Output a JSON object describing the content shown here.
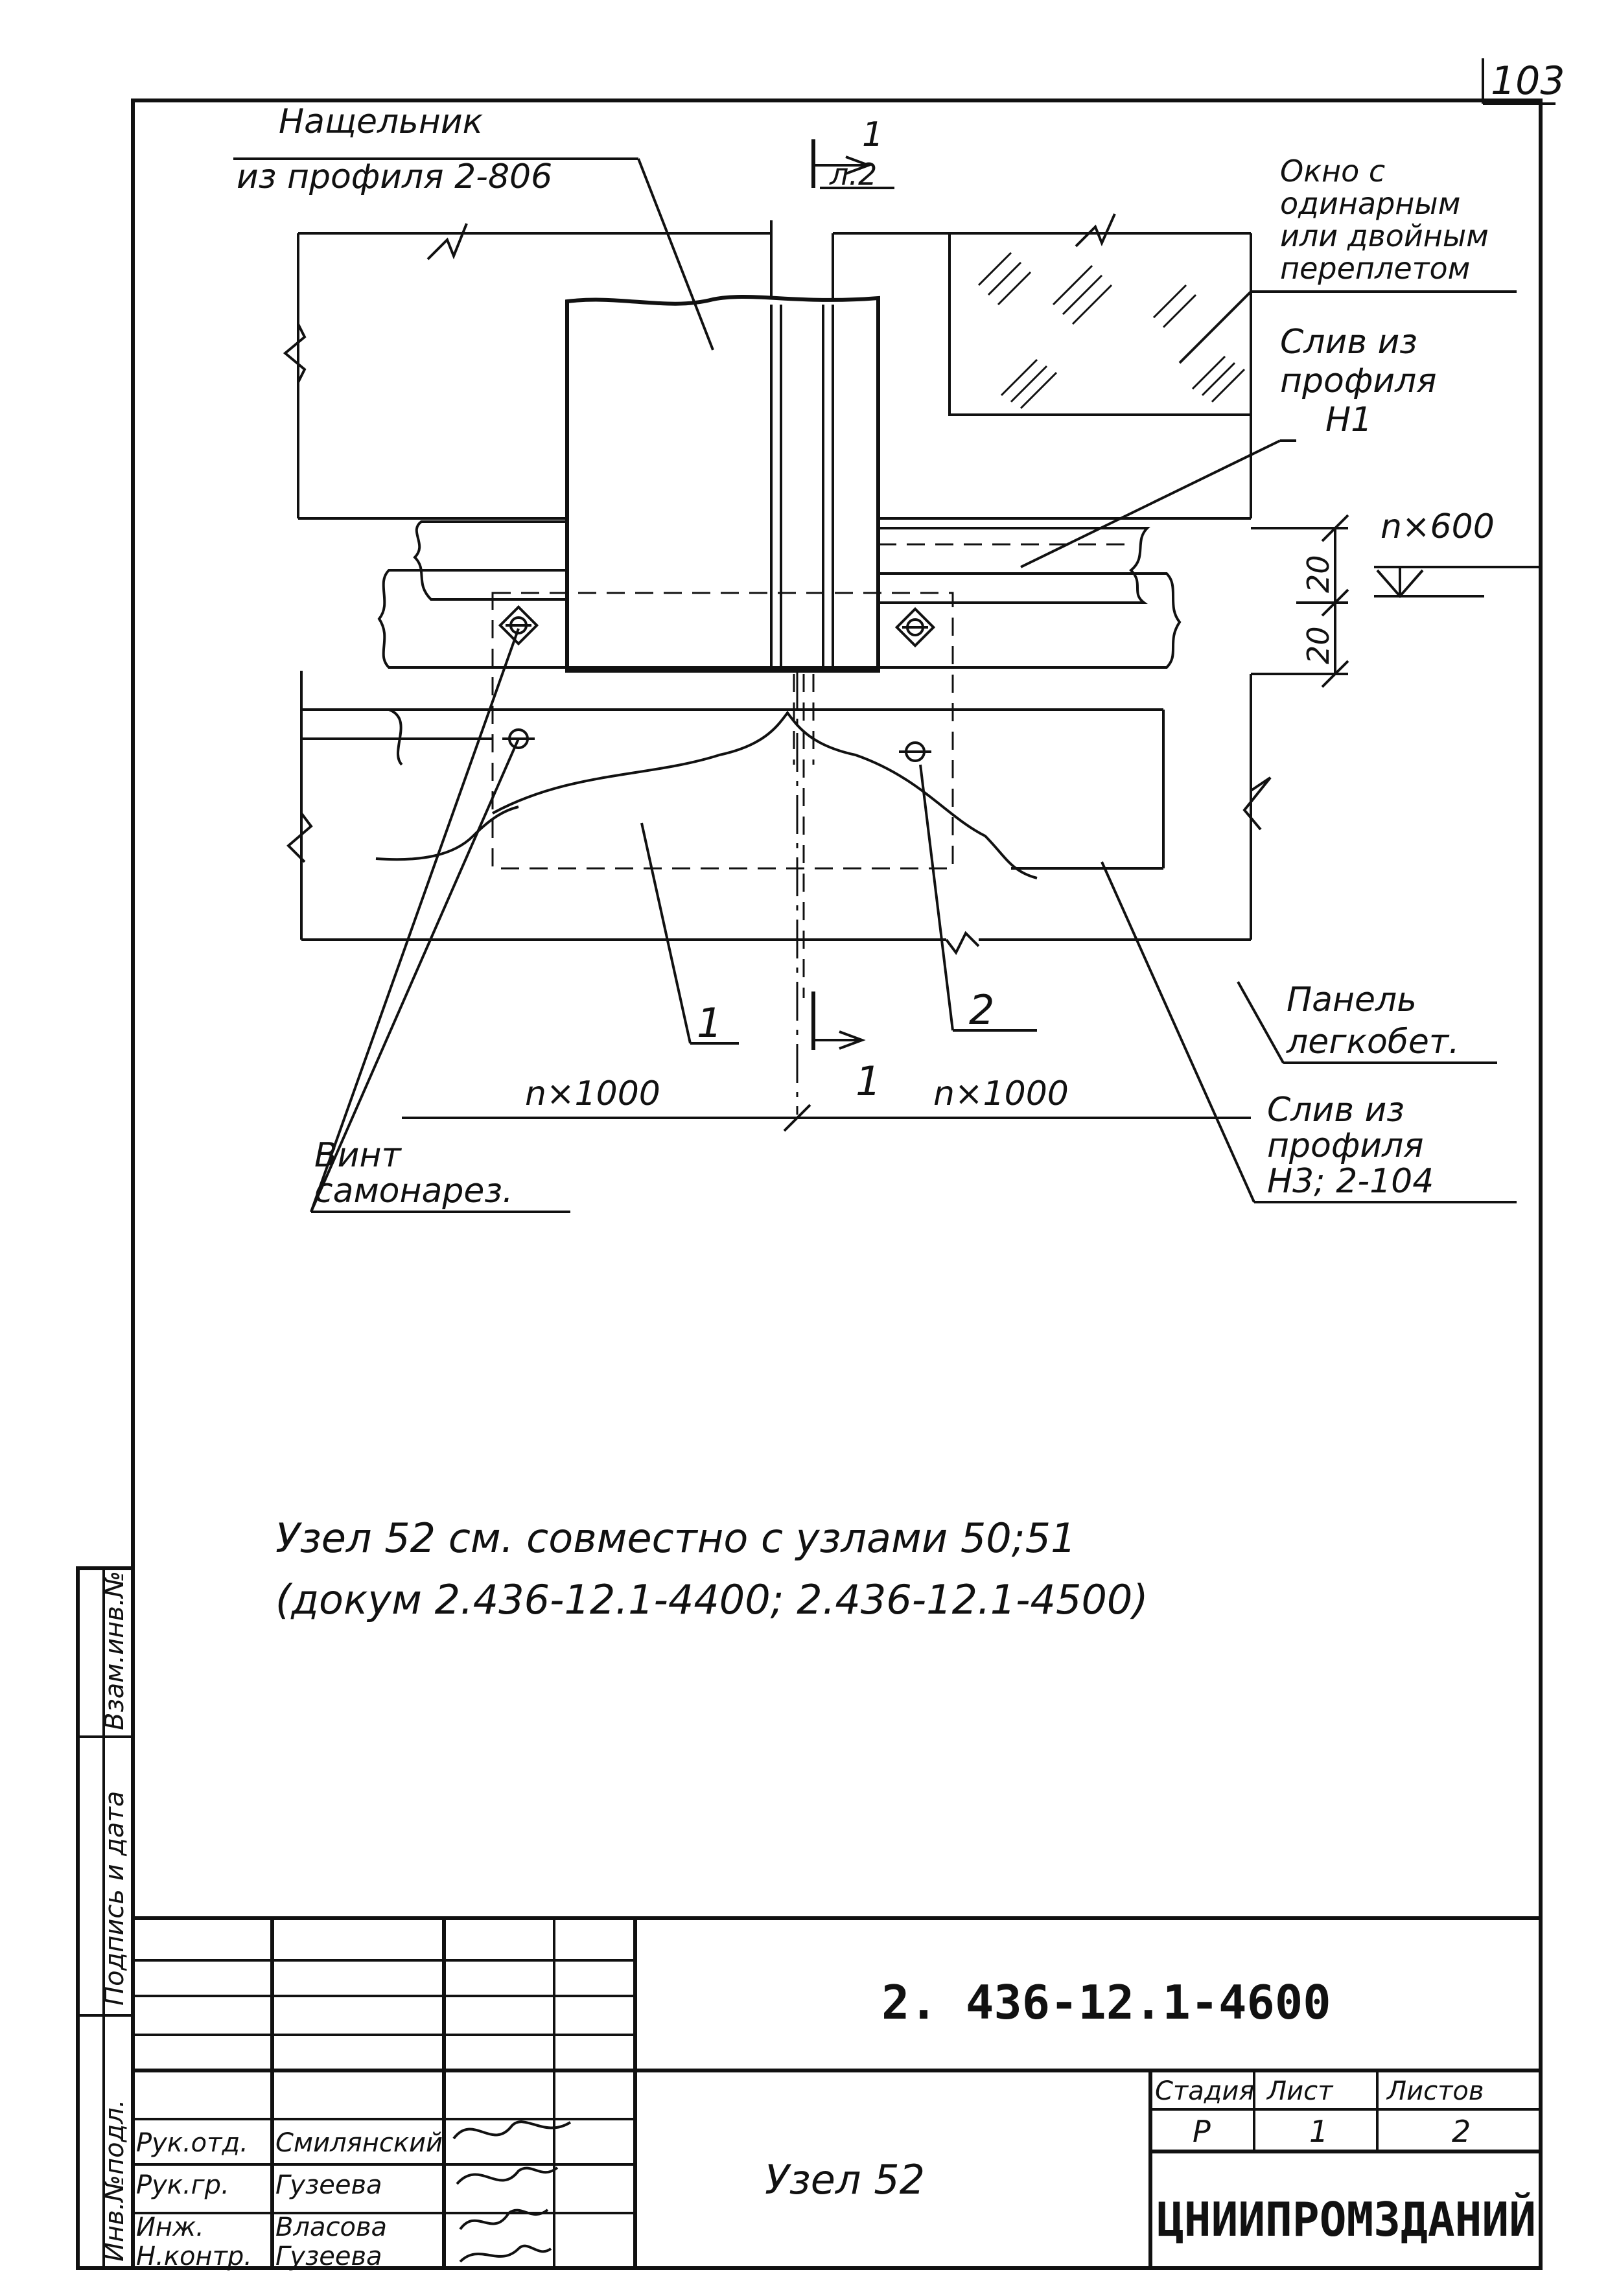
{
  "page_number": "103",
  "labels": {
    "nashchelnik_1": "Нащельник",
    "nashchelnik_2": "из профиля 2-806",
    "section_top_num": "1",
    "section_top_sheet": "л.2",
    "window_1": "Окно с",
    "window_2": "одинарным",
    "window_3": "или двойным",
    "window_4": "переплетом",
    "sliv_h1_1": "Слив из",
    "sliv_h1_2": "профиля",
    "sliv_h1_3": "Н1",
    "dim_nx600": "n×600",
    "dim_20a": "20",
    "dim_20b": "20",
    "leader_1": "1",
    "leader_2": "2",
    "section_bottom_num": "1",
    "panel_1": "Панель",
    "panel_2": "легкобет.",
    "dim_nx1000_left": "n×1000",
    "dim_nx1000_right": "n×1000",
    "vint_1": "Винт",
    "vint_2": "самонарез.",
    "sliv_h3_1": "Слив из",
    "sliv_h3_2": "профиля",
    "sliv_h3_3": "Н3; 2-104"
  },
  "notes": {
    "line1": "Узел 52  см.  совместно  с  узлами  50;51",
    "line2": "(докум  2.436-12.1-4400; 2.436-12.1-4500)"
  },
  "side_stamp": {
    "inv_orig": "Инв.№подл.",
    "sign_date": "Подпись и дата",
    "inv_repl": "Взам.инв.№"
  },
  "title_block": {
    "doc_code": "2. 436-12.1-4600",
    "title": "Узел 52",
    "roles": [
      "Рук.отд.",
      "Рук.гр.",
      "Инж.",
      "Н.контр."
    ],
    "names": [
      "Смилянский",
      "Гузеева",
      "Власова",
      "Гузеева"
    ],
    "col_stage": "Стадия",
    "col_sheet": "Лист",
    "col_sheets": "Листов",
    "stage": "Р",
    "sheet": "1",
    "sheets": "2",
    "organization": "ЦНИИПРОМЗДАНИЙ"
  }
}
